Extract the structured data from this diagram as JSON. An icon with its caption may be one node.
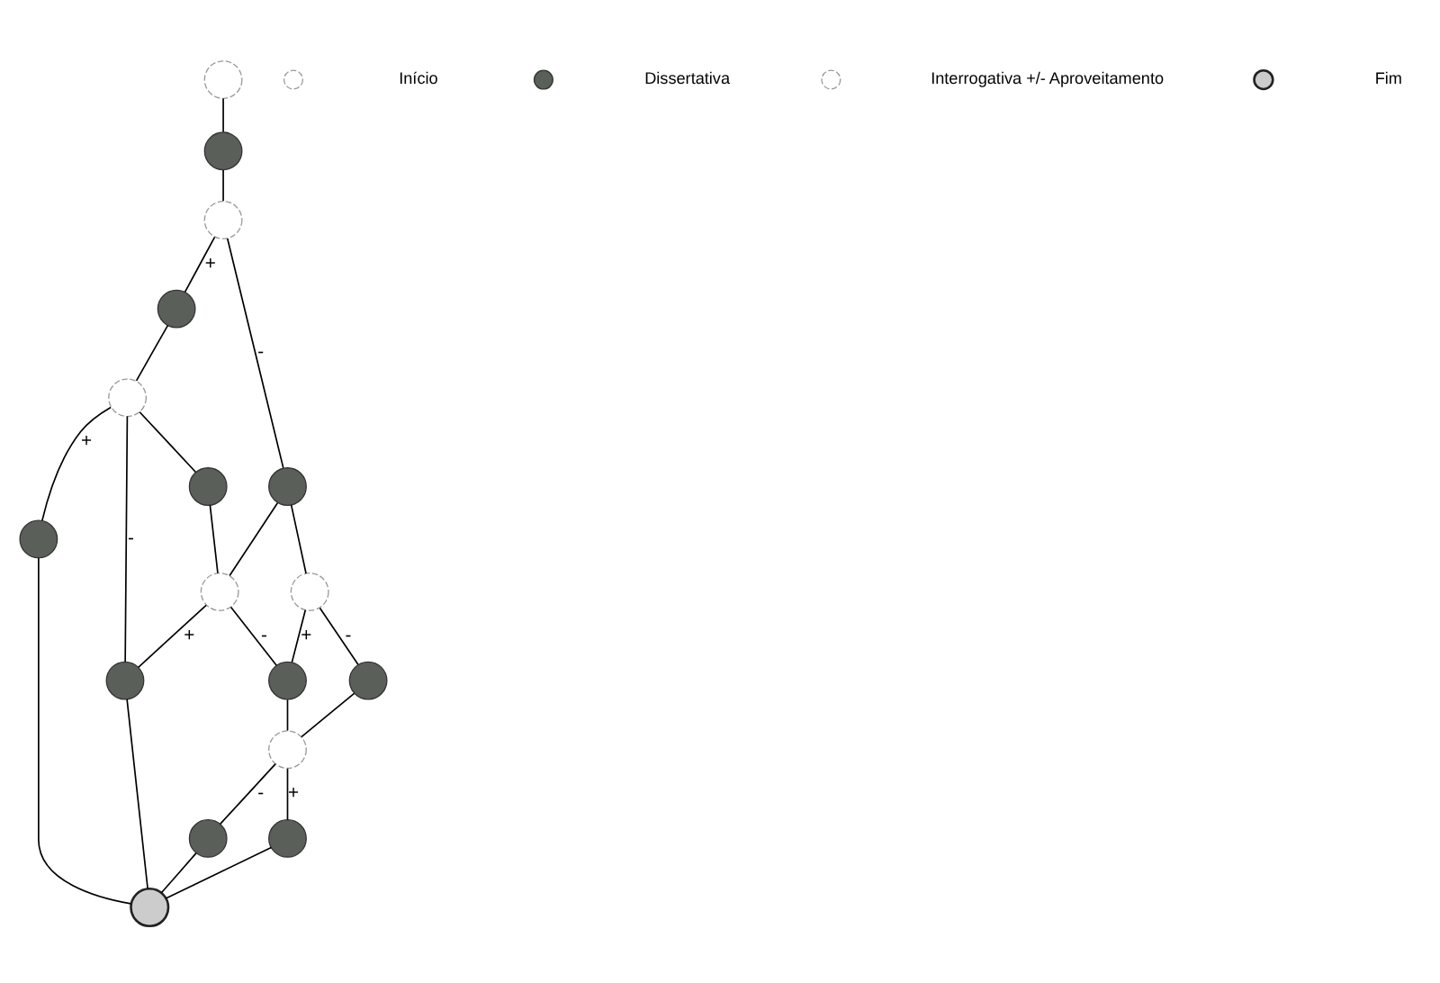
{
  "diagram": {
    "nodes": [
      {
        "text": [],
        "shape": "circle"
      },
      {
        "text": [],
        "shape": "circle"
      },
      {
        "text": [],
        "shape": "circle"
      },
      {
        "text": [],
        "shape": "circle"
      },
      {
        "text": [],
        "shape": "circle"
      },
      {
        "text": [],
        "shape": "circle"
      },
      {
        "text": [],
        "shape": "circle"
      },
      {
        "text": [],
        "shape": "circle"
      },
      {
        "text": [],
        "shape": "circle"
      },
      {
        "text": [],
        "shape": "circle"
      },
      {
        "text": [],
        "shape": "circle"
      },
      {
        "text": [],
        "shape": "circle"
      },
      {
        "text": [],
        "shape": "circle"
      },
      {
        "text": [],
        "shape": "circle"
      },
      {
        "text": [],
        "shape": "circle"
      },
      {
        "text": [],
        "shape": "circle"
      },
      {
        "text": [],
        "shape": "circle"
      }
    ],
    "edges": [
      {
        "from": 0,
        "to": 1,
        "arrow": "none"
      },
      {
        "from": 1,
        "to": 2,
        "arrow": "none"
      },
      {
        "from": 2,
        "to": 3,
        "arrow": "none",
        "label": "+"
      },
      {
        "from": 2,
        "to": 4,
        "arrow": "none",
        "label": "-"
      },
      {
        "from": 3,
        "to": 5,
        "arrow": "none"
      },
      {
        "from": 4,
        "to": 6,
        "arrow": "none"
      },
      {
        "from": 4,
        "to": 8,
        "arrow": "none"
      },
      {
        "from": 5,
        "to": 9,
        "arrow": "none",
        "label": "+"
      },
      {
        "from": 5,
        "to": 10,
        "arrow": "none",
        "label": "-"
      },
      {
        "from": 5,
        "to": 7,
        "arrow": "none"
      },
      {
        "from": 7,
        "to": 8,
        "arrow": "none"
      },
      {
        "from": 8,
        "to": 10,
        "arrow": "none",
        "label": "+"
      },
      {
        "from": 8,
        "to": 11,
        "arrow": "none",
        "label": "-"
      },
      {
        "from": 6,
        "to": 11,
        "arrow": "none",
        "label": "+"
      },
      {
        "from": 6,
        "to": 12,
        "arrow": "none",
        "label": "-"
      },
      {
        "from": 11,
        "to": 13,
        "arrow": "none"
      },
      {
        "from": 12,
        "to": 13,
        "arrow": "none"
      },
      {
        "from": 13,
        "to": 14,
        "arrow": "none",
        "label": "-"
      },
      {
        "from": 13,
        "to": 15,
        "arrow": "none",
        "label": "+"
      },
      {
        "from": 9,
        "to": 16,
        "arrow": "none"
      },
      {
        "from": 10,
        "to": 16,
        "arrow": "none"
      },
      {
        "from": 14,
        "to": 16,
        "arrow": "none"
      },
      {
        "from": 15,
        "to": 16,
        "arrow": "none"
      }
    ],
    "legend": [
      {
        "text": "Início"
      },
      {
        "text": "Dissertativa"
      },
      {
        "text": "Interrogativa +/- Aproveitamento"
      },
      {
        "text": "Fim"
      }
    ]
  }
}
